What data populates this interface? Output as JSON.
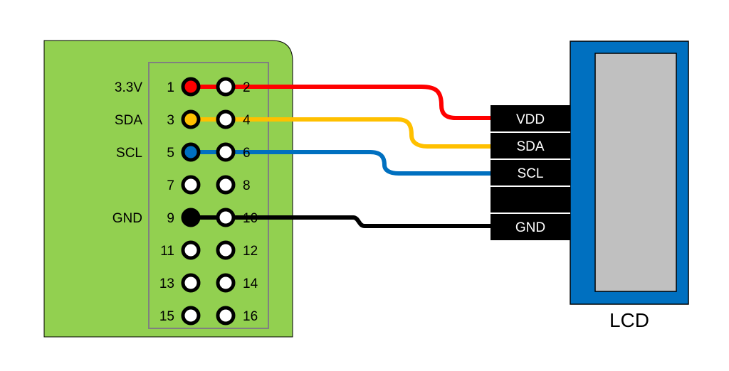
{
  "board": {
    "fill_color": "#92d050",
    "header_pins": [
      {
        "number": "1",
        "label": "3.3V",
        "fill": "#ff0000"
      },
      {
        "number": "2",
        "label": "",
        "fill": "#ffffff"
      },
      {
        "number": "3",
        "label": "SDA",
        "fill": "#ffc000"
      },
      {
        "number": "4",
        "label": "",
        "fill": "#ffffff"
      },
      {
        "number": "5",
        "label": "SCL",
        "fill": "#0070c0"
      },
      {
        "number": "6",
        "label": "",
        "fill": "#ffffff"
      },
      {
        "number": "7",
        "label": "",
        "fill": "#ffffff"
      },
      {
        "number": "8",
        "label": "",
        "fill": "#ffffff"
      },
      {
        "number": "9",
        "label": "GND",
        "fill": "#000000"
      },
      {
        "number": "10",
        "label": "",
        "fill": "#ffffff"
      },
      {
        "number": "11",
        "label": "",
        "fill": "#ffffff"
      },
      {
        "number": "12",
        "label": "",
        "fill": "#ffffff"
      },
      {
        "number": "13",
        "label": "",
        "fill": "#ffffff"
      },
      {
        "number": "14",
        "label": "",
        "fill": "#ffffff"
      },
      {
        "number": "15",
        "label": "",
        "fill": "#ffffff"
      },
      {
        "number": "16",
        "label": "",
        "fill": "#ffffff"
      }
    ]
  },
  "connector": {
    "pins": [
      "VDD",
      "SDA",
      "SCL",
      "",
      "GND"
    ]
  },
  "lcd": {
    "label": "LCD",
    "frame_color": "#0070c0",
    "screen_color": "#c0c0c0"
  },
  "wires": [
    {
      "from": "1",
      "to": "VDD",
      "color": "#ff0000"
    },
    {
      "from": "3",
      "to": "SDA",
      "color": "#ffc000"
    },
    {
      "from": "5",
      "to": "SCL",
      "color": "#0070c0"
    },
    {
      "from": "9",
      "to": "GND",
      "color": "#000000"
    }
  ]
}
